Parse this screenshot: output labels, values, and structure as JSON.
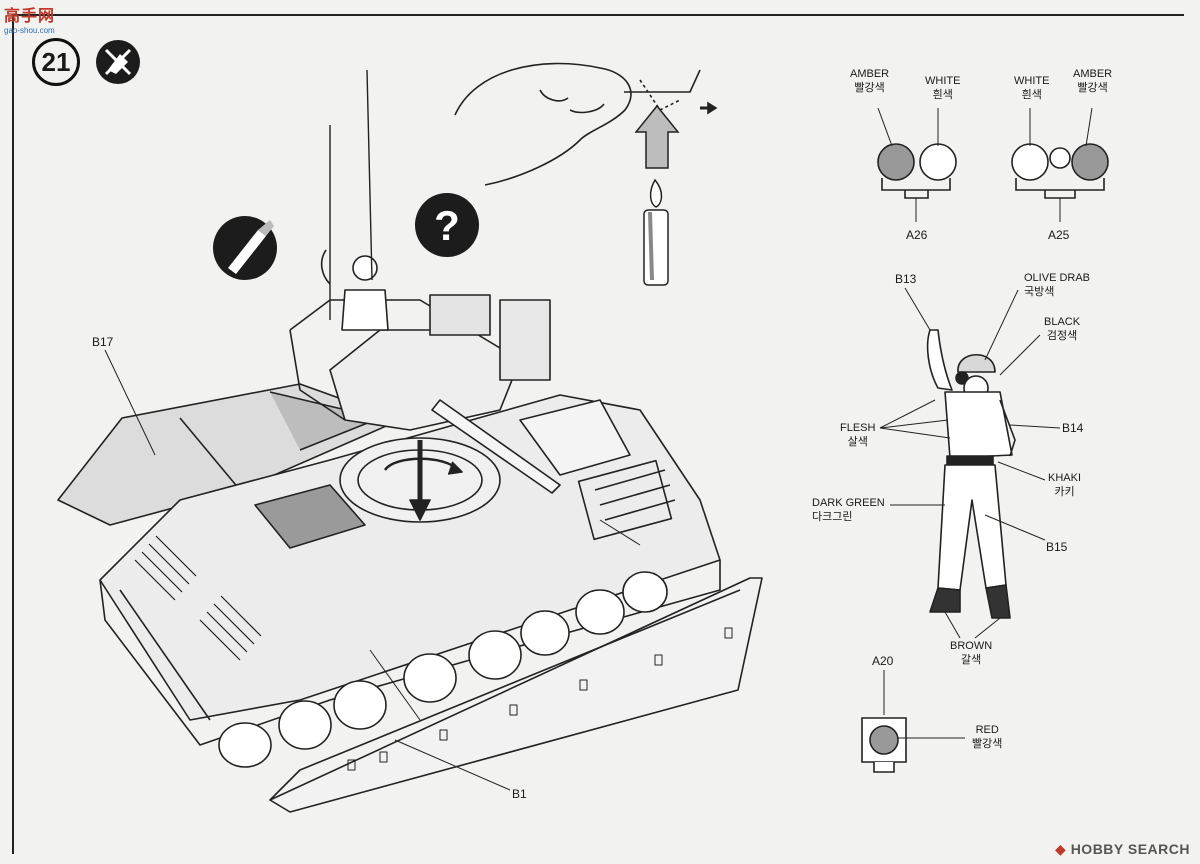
{
  "watermark": {
    "brand": "高手网",
    "url": "gao-shou.com"
  },
  "step": {
    "number": "21"
  },
  "icons": {
    "cement": "no-cement-icon",
    "brush": "paint-brush-icon",
    "question": "question-icon",
    "candle": "candle-icon",
    "hand": "hand-icon"
  },
  "parts": {
    "b17": "B17",
    "b1": "B1",
    "a26": "A26",
    "a25": "A25",
    "b13": "B13",
    "b14": "B14",
    "b15": "B15",
    "a20": "A20"
  },
  "colors": {
    "a26_left": {
      "en": "AMBER",
      "kr": "빨강색"
    },
    "a26_right": {
      "en": "WHITE",
      "kr": "흰색"
    },
    "a25_left": {
      "en": "WHITE",
      "kr": "흰색"
    },
    "a25_right": {
      "en": "AMBER",
      "kr": "빨강색"
    },
    "olive": {
      "en": "OLIVE DRAB",
      "kr": "국방색"
    },
    "black": {
      "en": "BLACK",
      "kr": "검정색"
    },
    "flesh": {
      "en": "FLESH",
      "kr": "살색"
    },
    "khaki": {
      "en": "KHAKI",
      "kr": "카키"
    },
    "dark_green": {
      "en": "DARK GREEN",
      "kr": "다크그린"
    },
    "brown": {
      "en": "BROWN",
      "kr": "갈색"
    },
    "red": {
      "en": "RED",
      "kr": "빨강색"
    }
  },
  "footer": {
    "brand": "HOBBY SEARCH"
  }
}
